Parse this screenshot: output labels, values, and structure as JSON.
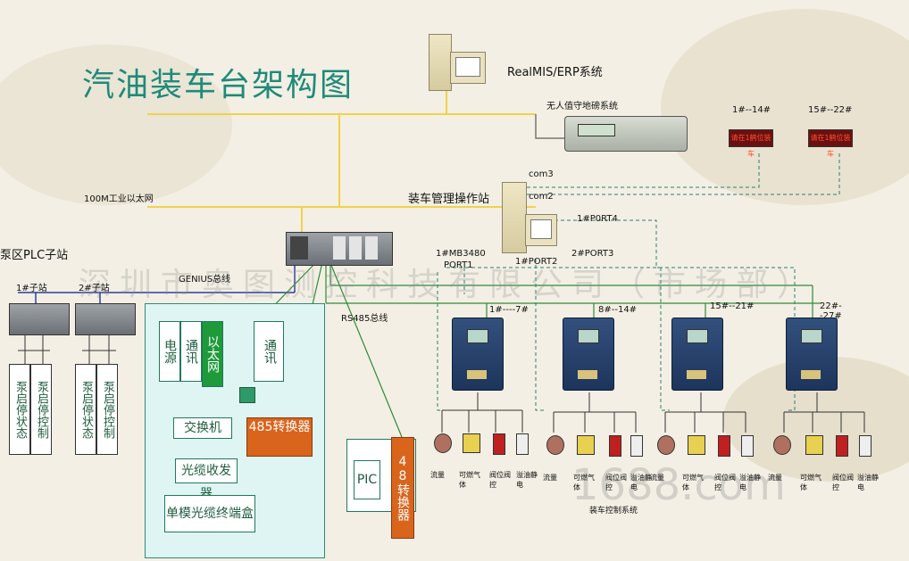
{
  "title": "汽油装车台架构图",
  "watermark": "深圳市奥图测控科技有限公司（市场部）",
  "watermark2": "1688.com",
  "labels": {
    "realmis": "RealMIS/ERP系统",
    "weigh": "无人值守地磅系统",
    "ethernet": "100M工业以太网",
    "op_station": "装车管理操作站",
    "com3": "com3",
    "com2": "com2",
    "port4": "1#P0RT4",
    "mb3480": "1#MB3480",
    "port1": "PORT1",
    "port2": "1#PORT2",
    "port3": "2#PORT3",
    "pump_plc": "泵区PLC子站",
    "genius": "GENIUS总线",
    "sub1": "1#子站",
    "sub2": "2#子站",
    "rs485": "RS485总线",
    "led1": "1#--14#",
    "led2": "15#--22#",
    "led_text": "请在1鹤位装车",
    "grp1": "1#----7#",
    "grp2": "8#--14#",
    "grp3": "15#--21#",
    "grp4": "22#--27#",
    "load_ctrl": "装车控制系统",
    "power": "电源",
    "comm1": "通讯",
    "comm2": "通讯",
    "cpu": "以太网",
    "switch": "交换机",
    "fiber": "光缆收发器",
    "terminal": "单模光缆终端盒",
    "conv485": "485转换器",
    "plc": "PIC",
    "conv48": "48转换器"
  },
  "pump_status": [
    "泵启停状态",
    "泵启停控制",
    "泵启停状态",
    "泵启停控制"
  ],
  "devices": [
    "流量",
    "可燃气体",
    "阀位阀控",
    "溢油静电"
  ],
  "colors": {
    "bus_yellow": "#f0d24a",
    "title": "#1f8a7a",
    "box_border": "#1e7a5a",
    "orange": "#d9641c",
    "dashed": "#2e7f70"
  }
}
